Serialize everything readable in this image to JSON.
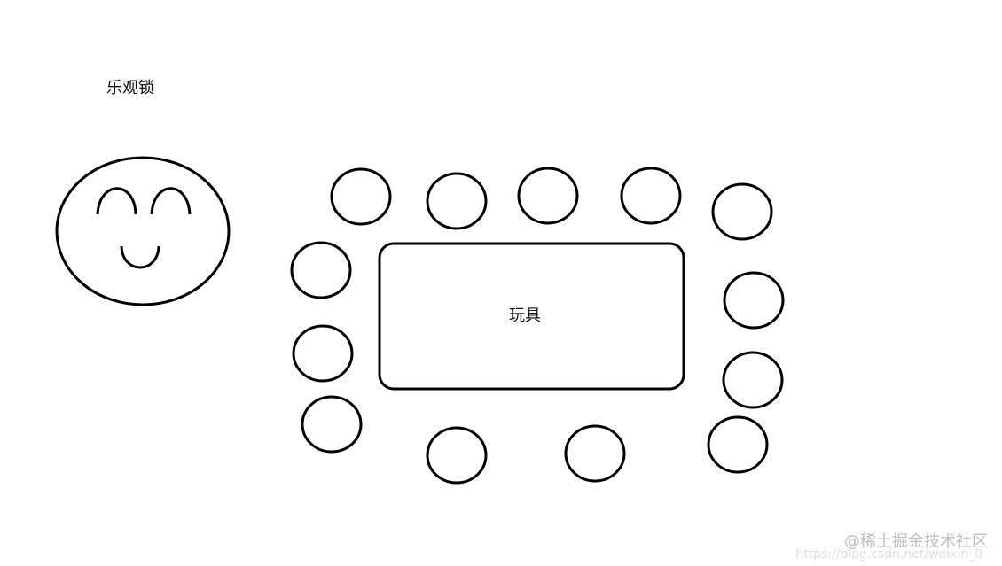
{
  "title": "乐观锁",
  "center_label": "玩具",
  "watermark": "@稀土掘金技术社区",
  "watermark_url": "https://blog.csdn.net/weixin_0",
  "colors": {
    "stroke": "#000000",
    "background": "#ffffff",
    "watermark": "#bdbdbd"
  },
  "icons": [
    "smiley-face-icon"
  ]
}
